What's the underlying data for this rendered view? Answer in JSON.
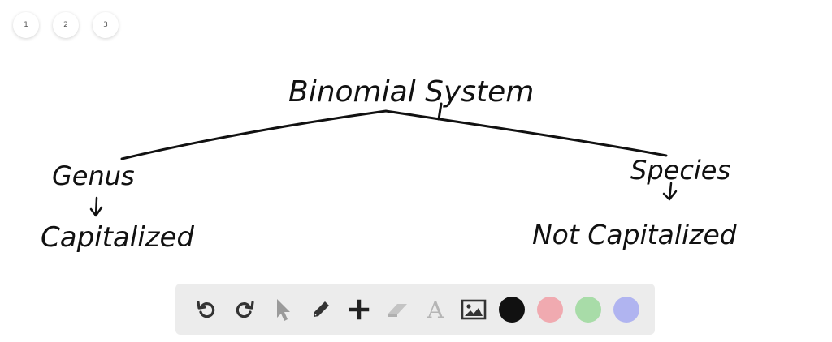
{
  "pages": [
    {
      "label": "1"
    },
    {
      "label": "2"
    },
    {
      "label": "3"
    }
  ],
  "board": {
    "title": "Binomial System",
    "left_term": "Genus",
    "left_note": "Capitalized",
    "right_term": "Species",
    "right_note": "Not Capitalized"
  },
  "toolbar": {
    "tools": [
      "undo-icon",
      "redo-icon",
      "pointer-icon",
      "pen-icon",
      "add-icon",
      "eraser-icon",
      "text-icon",
      "image-icon"
    ],
    "text_tool_glyph": "A",
    "colors": [
      "#111111",
      "#f0aab0",
      "#a8dca8",
      "#b0b4f0"
    ]
  }
}
